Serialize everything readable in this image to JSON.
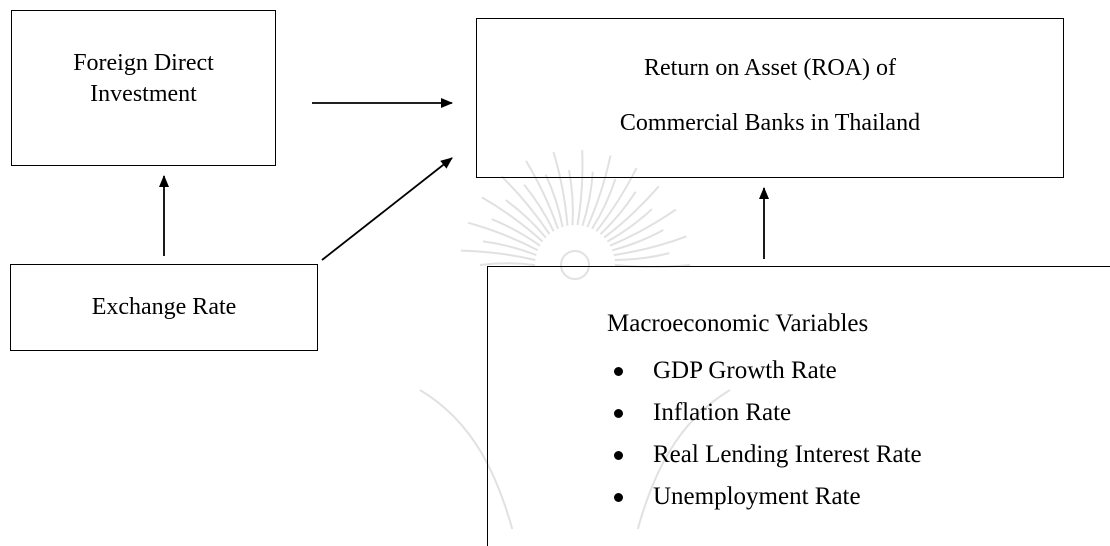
{
  "diagram": {
    "nodes": {
      "fdi": {
        "lines": [
          "Foreign Direct",
          "Investment"
        ]
      },
      "roa": {
        "lines": [
          "Return on Asset (ROA) of",
          "Commercial Banks in Thailand"
        ]
      },
      "exchange": {
        "label": "Exchange Rate"
      },
      "macro": {
        "title": "Macroeconomic Variables",
        "items": [
          "GDP Growth Rate",
          "Inflation Rate",
          "Real Lending Interest Rate",
          "Unemployment Rate"
        ]
      }
    },
    "edges": [
      {
        "from": "fdi",
        "to": "roa"
      },
      {
        "from": "exchange",
        "to": "fdi"
      },
      {
        "from": "exchange",
        "to": "roa"
      },
      {
        "from": "macro",
        "to": "roa"
      }
    ]
  }
}
